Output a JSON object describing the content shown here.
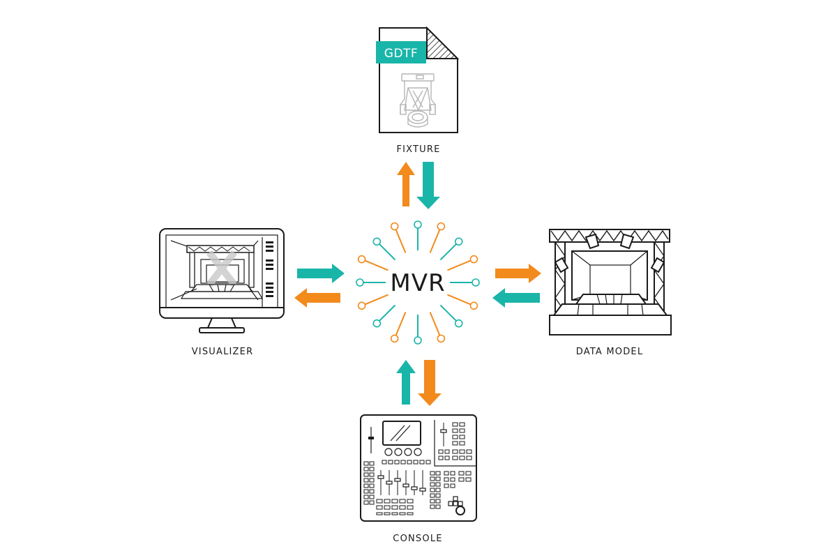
{
  "hub": {
    "label": "MVR"
  },
  "nodes": {
    "fixture": {
      "label": "FIXTURE",
      "badge": "GDTF"
    },
    "visualizer": {
      "label": "VISUALIZER"
    },
    "data_model": {
      "label": "DATA MODEL"
    },
    "console": {
      "label": "CONSOLE"
    }
  },
  "colors": {
    "teal": "#1ab5a9",
    "orange": "#f28a1c",
    "line": "#1a1a1a"
  },
  "icons": {
    "fixture": "gdtf-file-icon",
    "visualizer": "monitor-stage-icon",
    "data_model": "stage-truss-icon",
    "console": "lighting-console-icon"
  }
}
